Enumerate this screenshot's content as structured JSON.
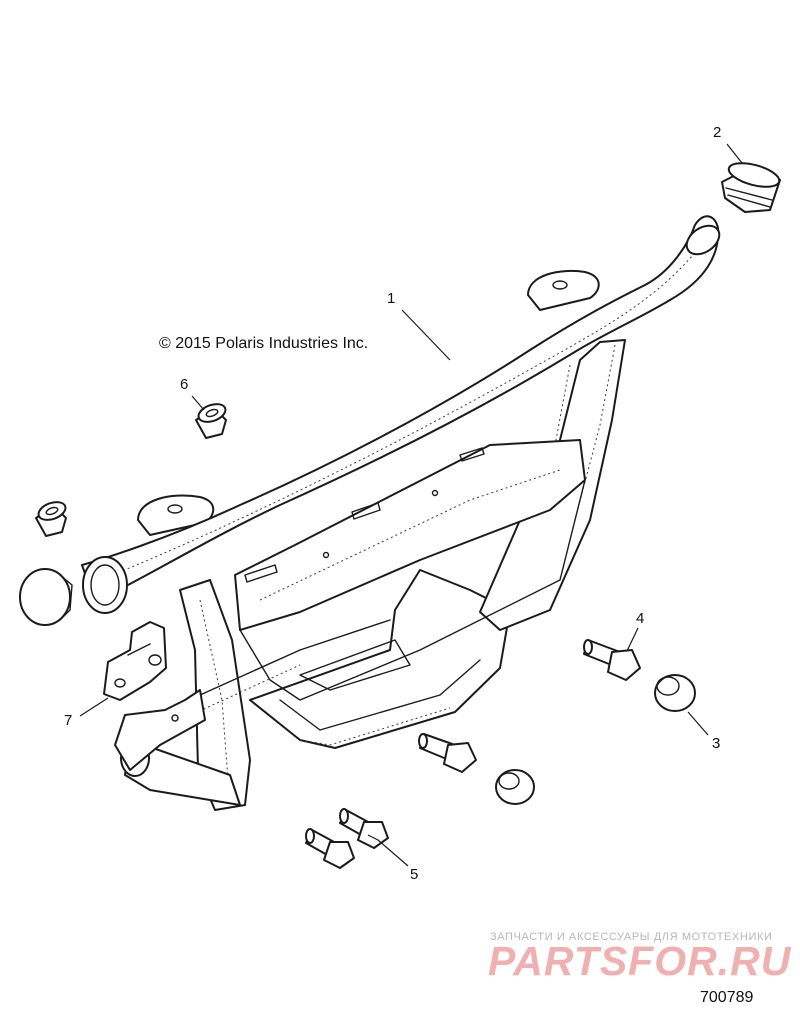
{
  "copyright": "© 2015 Polaris Industries Inc.",
  "callouts": {
    "c1": "1",
    "c2": "2",
    "c3": "3",
    "c4": "4",
    "c5": "5",
    "c6": "6",
    "c7": "7"
  },
  "figure_id": "700789",
  "watermark": {
    "caption": "ЗАПЧАСТИ И АКСЕССУАРЫ ДЛЯ МОТОТЕХНИКИ",
    "logo": "PARTSFOR.RU"
  }
}
